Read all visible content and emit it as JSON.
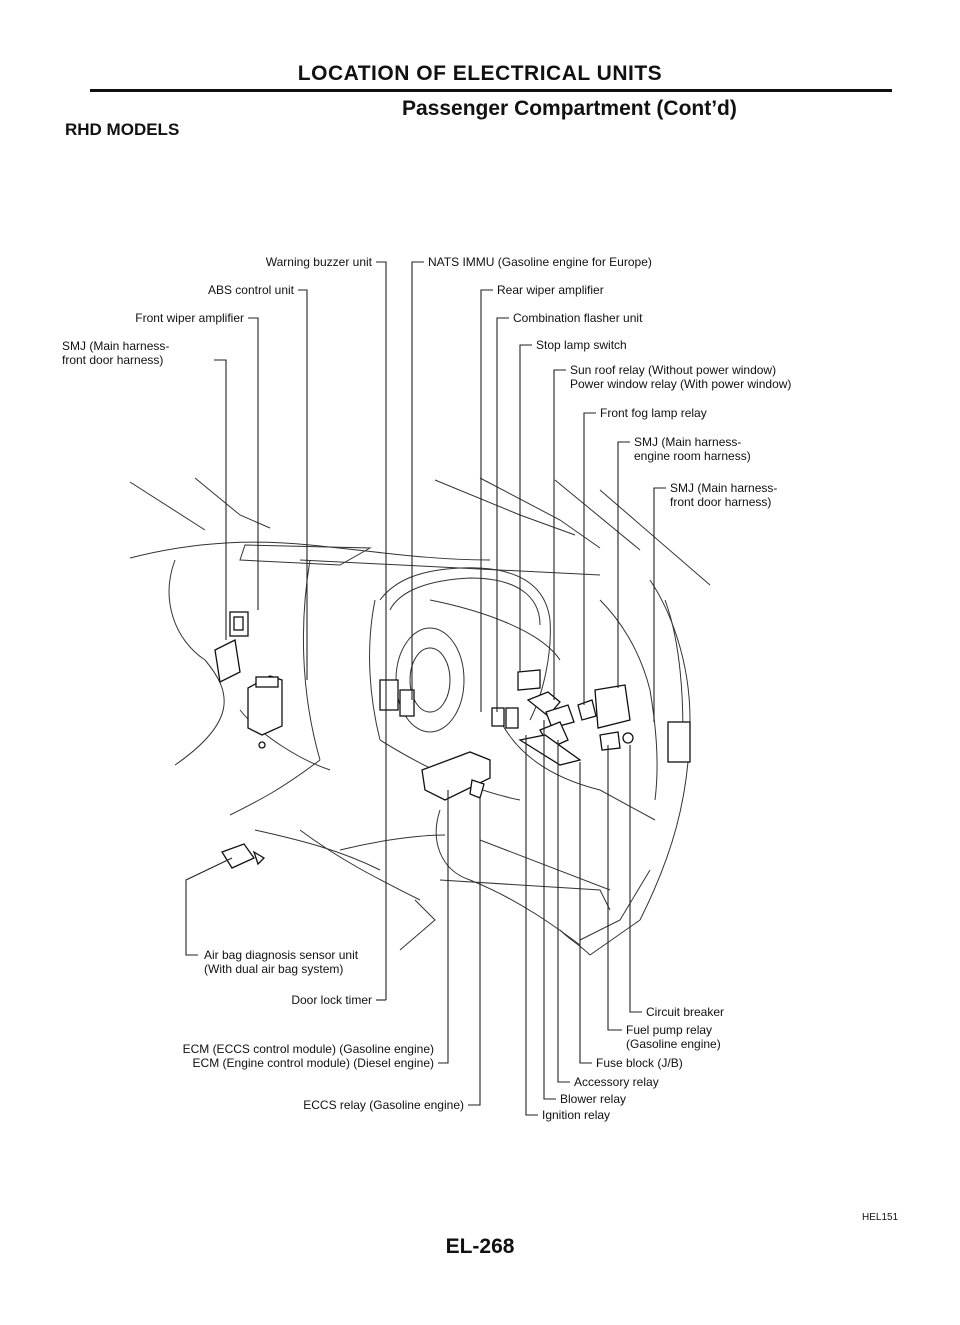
{
  "header": {
    "title": "LOCATION OF ELECTRICAL UNITS",
    "subtitle": "Passenger Compartment (Cont’d)",
    "model": "RHD MODELS"
  },
  "labels": {
    "warning_buzzer": "Warning buzzer unit",
    "nats_immu": "NATS IMMU (Gasoline engine for Europe)",
    "abs_control": "ABS control unit",
    "rear_wiper": "Rear wiper amplifier",
    "front_wiper": "Front wiper amplifier",
    "combination_flasher": "Combination flasher unit",
    "smj_front_door_left_1": "SMJ (Main harness-",
    "smj_front_door_left_2": "front door harness)",
    "stop_lamp": "Stop lamp switch",
    "sun_roof_relay": "Sun roof relay (Without power window)",
    "power_window_relay": "Power window relay (With power window)",
    "front_fog": "Front fog lamp relay",
    "smj_engine_room_1": "SMJ (Main harness-",
    "smj_engine_room_2": "engine room harness)",
    "smj_front_door_right_1": "SMJ (Main harness-",
    "smj_front_door_right_2": "front door harness)",
    "air_bag_1": "Air bag diagnosis sensor unit",
    "air_bag_2": "(With dual air bag system)",
    "door_lock": "Door lock timer",
    "ecm_gasoline": "ECM (ECCS control module) (Gasoline engine)",
    "ecm_diesel": "ECM (Engine control module) (Diesel engine)",
    "eccs_relay": "ECCS relay (Gasoline engine)",
    "circuit_breaker": "Circuit breaker",
    "fuel_pump_1": "Fuel pump relay",
    "fuel_pump_2": "(Gasoline engine)",
    "fuse_block": "Fuse block (J/B)",
    "accessory_relay": "Accessory relay",
    "blower_relay": "Blower relay",
    "ignition_relay": "Ignition relay"
  },
  "footer": {
    "page_number": "EL-268",
    "figure_id": "HEL151"
  }
}
